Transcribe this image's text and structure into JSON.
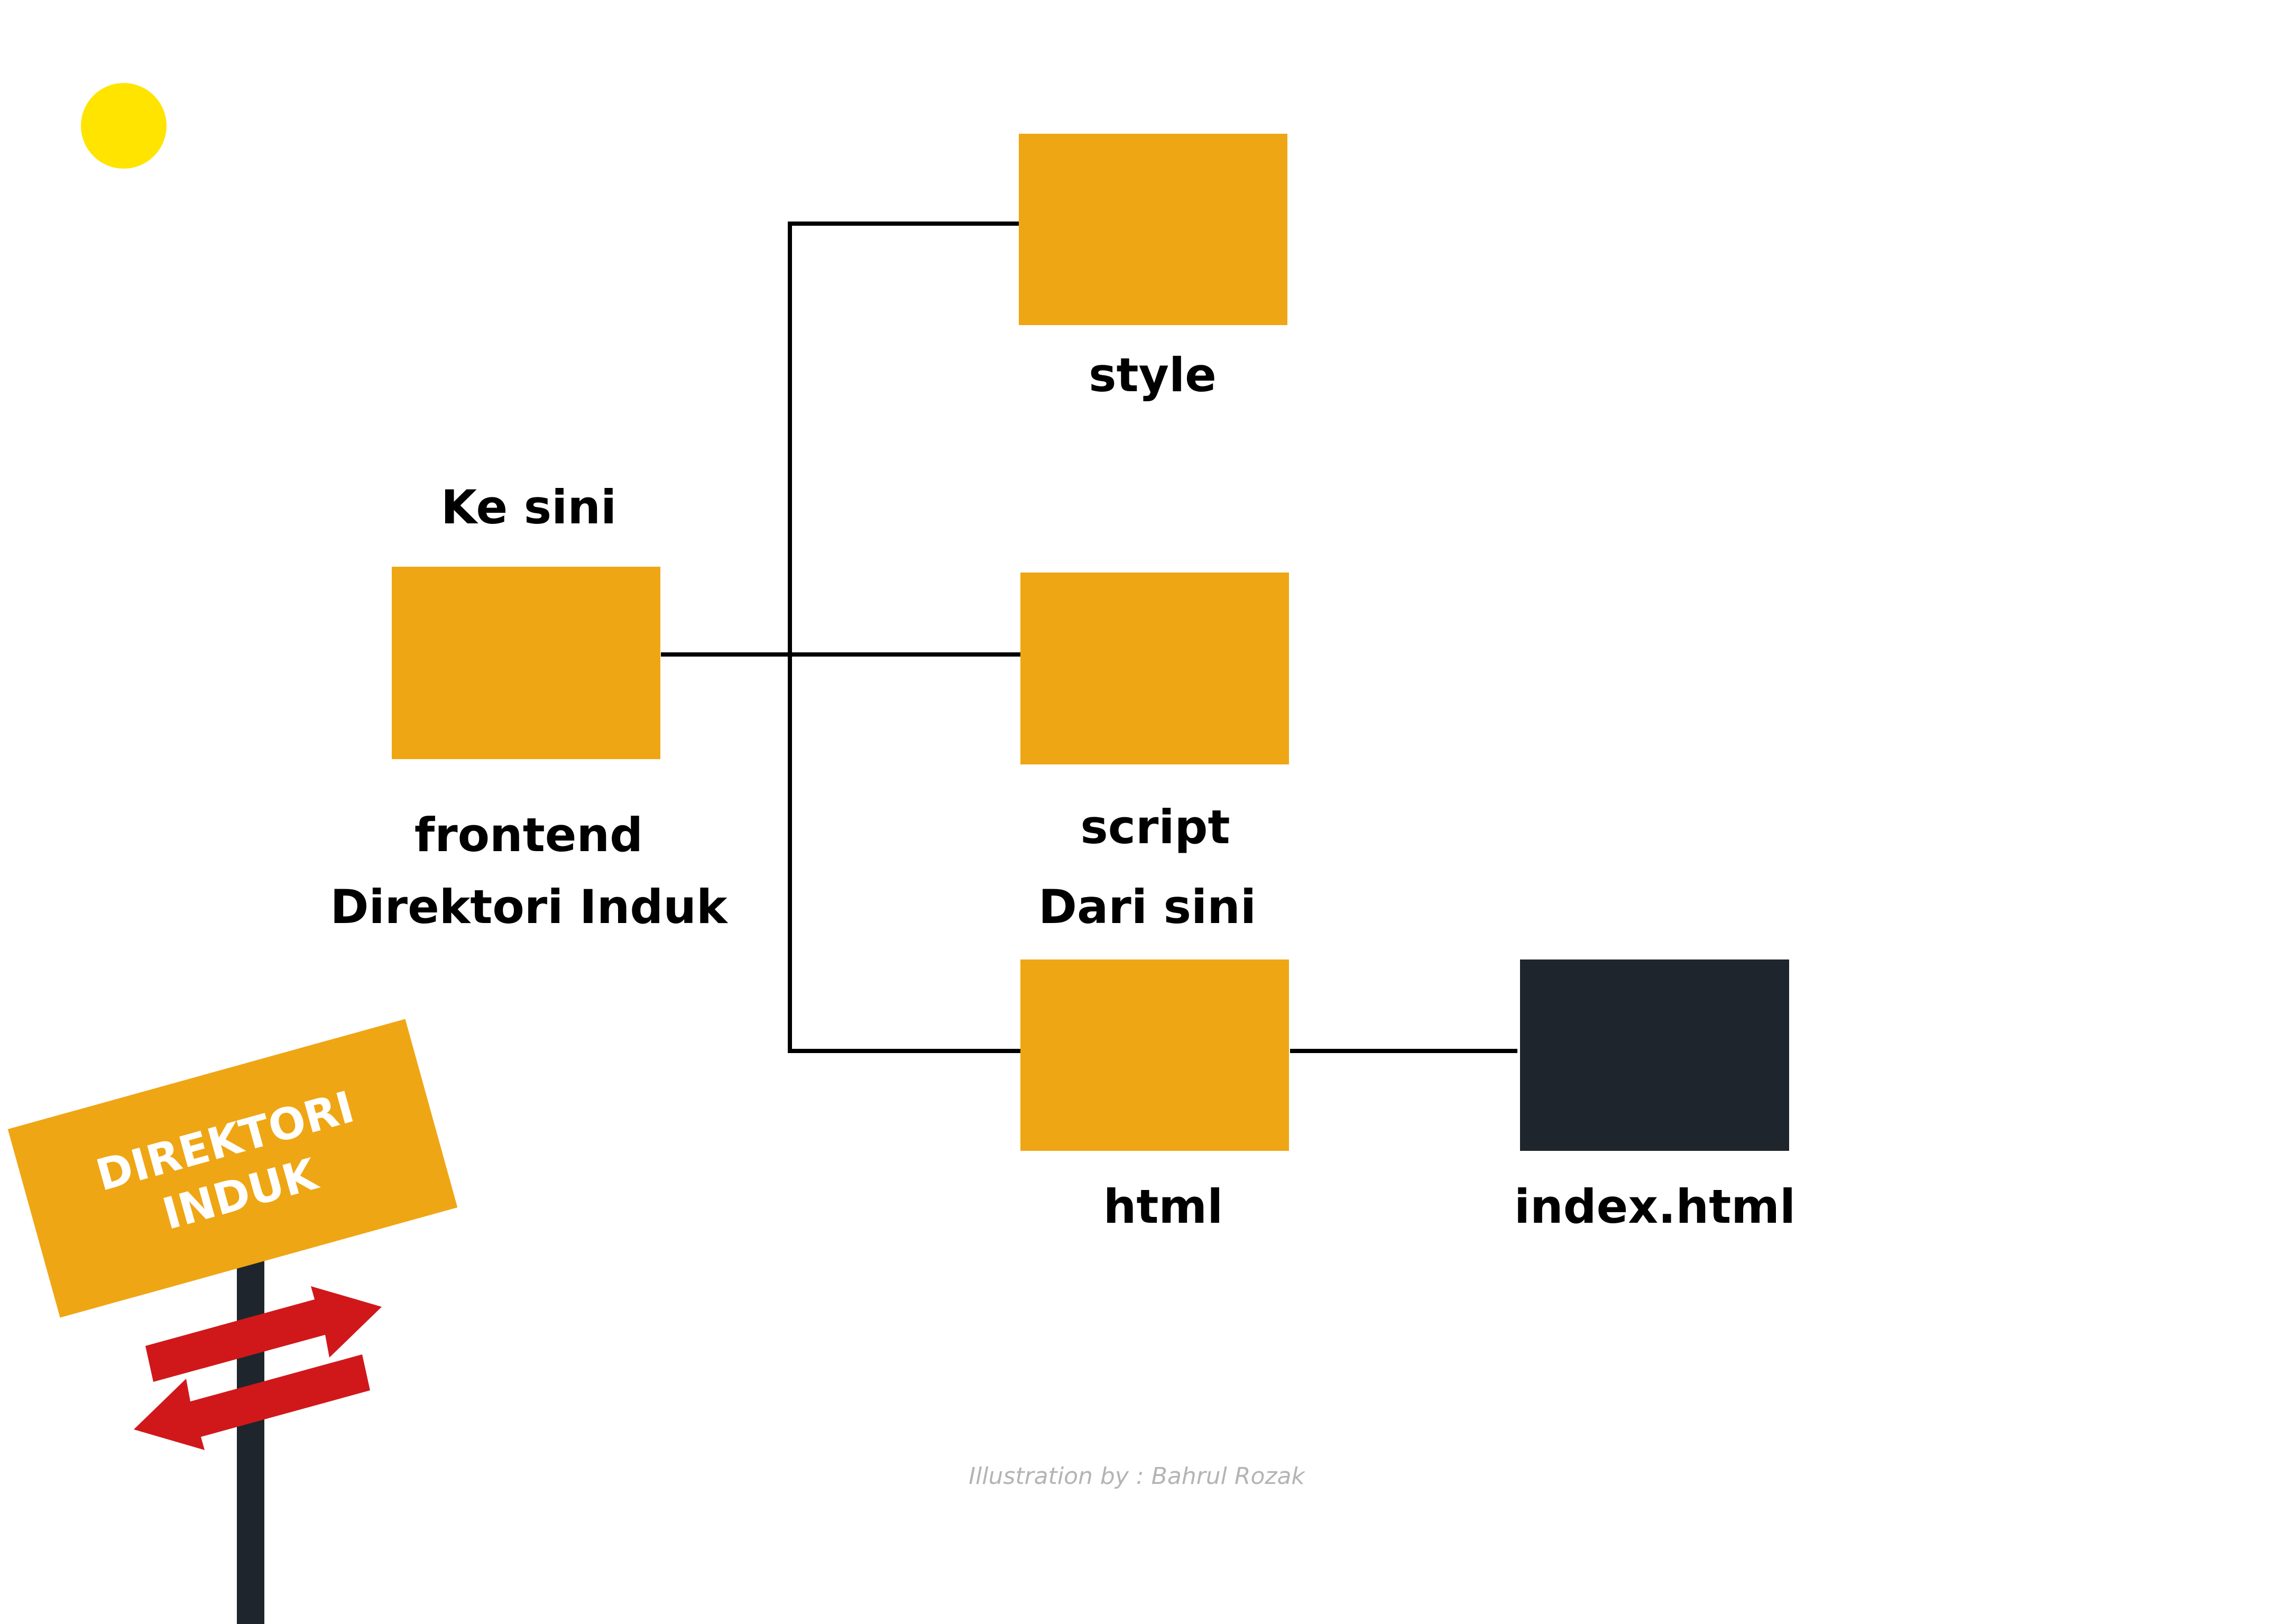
{
  "colors": {
    "background": "#ffffff",
    "folder": "#efa614",
    "file": "#1f252c",
    "line": "#000000",
    "accent_dot": "#ffe400",
    "sign": "#efa614",
    "sign_text": "#ffffff",
    "arrow": "#d0181b",
    "pole": "#1f252c",
    "credit": "#b4b4b4"
  },
  "labels": {
    "ke_sini": "Ke sini",
    "frontend": "frontend",
    "direktori_induk": "Direktori Induk",
    "style": "style",
    "script": "script",
    "dari_sini": "Dari sini",
    "html": "html",
    "index_html": "index.html"
  },
  "signpost": {
    "line1": "DIREKTORI",
    "line2": "INDUK"
  },
  "credit": "Illustration by : Bahrul Rozak"
}
